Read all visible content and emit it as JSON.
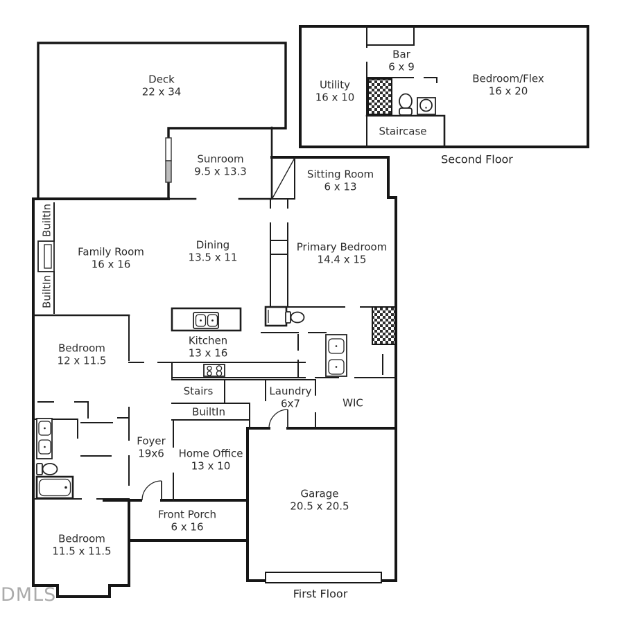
{
  "watermark": "DMLS",
  "colors": {
    "wall": "#161616",
    "background": "#ffffff",
    "text": "#2b2b2b",
    "watermark": "#ababab",
    "window_fill": "#bdbdbd",
    "tile_dark": "#2f2f2f"
  },
  "second_floor": {
    "caption": "Second Floor",
    "rooms": {
      "utility": {
        "name": "Utility",
        "dims": "16 x 10"
      },
      "bar": {
        "name": "Bar",
        "dims": "6 x 9"
      },
      "bedroom_flex": {
        "name": "Bedroom/Flex",
        "dims": "16 x 20"
      },
      "staircase": {
        "name": "Staircase"
      }
    }
  },
  "first_floor": {
    "caption": "First Floor",
    "rooms": {
      "deck": {
        "name": "Deck",
        "dims": "22 x 34"
      },
      "sunroom": {
        "name": "Sunroom",
        "dims": "9.5 x 13.3"
      },
      "sitting_room": {
        "name": "Sitting Room",
        "dims": "6 x 13"
      },
      "family_room": {
        "name": "Family Room",
        "dims": "16 x 16"
      },
      "dining": {
        "name": "Dining",
        "dims": "13.5 x 11"
      },
      "primary_bedroom": {
        "name": "Primary Bedroom",
        "dims": "14.4 x 15"
      },
      "bedroom_left": {
        "name": "Bedroom",
        "dims": "12 x 11.5"
      },
      "kitchen": {
        "name": "Kitchen",
        "dims": "13 x 16"
      },
      "stairs": {
        "name": "Stairs"
      },
      "laundry": {
        "name": "Laundry",
        "dims": "6x7"
      },
      "wic": {
        "name": "WIC"
      },
      "builtin_office": {
        "name": "BuiltIn"
      },
      "builtin_wall_top": {
        "name": "BuiltIn"
      },
      "builtin_wall_bottom": {
        "name": "BuiltIn"
      },
      "foyer": {
        "name": "Foyer",
        "dims": "19x6"
      },
      "home_office": {
        "name": "Home Office",
        "dims": "13 x 10"
      },
      "garage": {
        "name": "Garage",
        "dims": "20.5 x 20.5"
      },
      "front_porch": {
        "name": "Front Porch",
        "dims": "6 x 16"
      },
      "bedroom_bottom": {
        "name": "Bedroom",
        "dims": "11.5 x 11.5"
      }
    }
  },
  "fixtures": [
    "shower-tile-icon",
    "toilet-icon",
    "sink-icon",
    "double-sink-icon",
    "washer-icon",
    "bathtub-icon",
    "cooktop-icon",
    "island-sink-icon",
    "fireplace-icon",
    "window-icon",
    "door-arc-icon",
    "garage-door-icon",
    "stairs-diagonal-icon"
  ]
}
